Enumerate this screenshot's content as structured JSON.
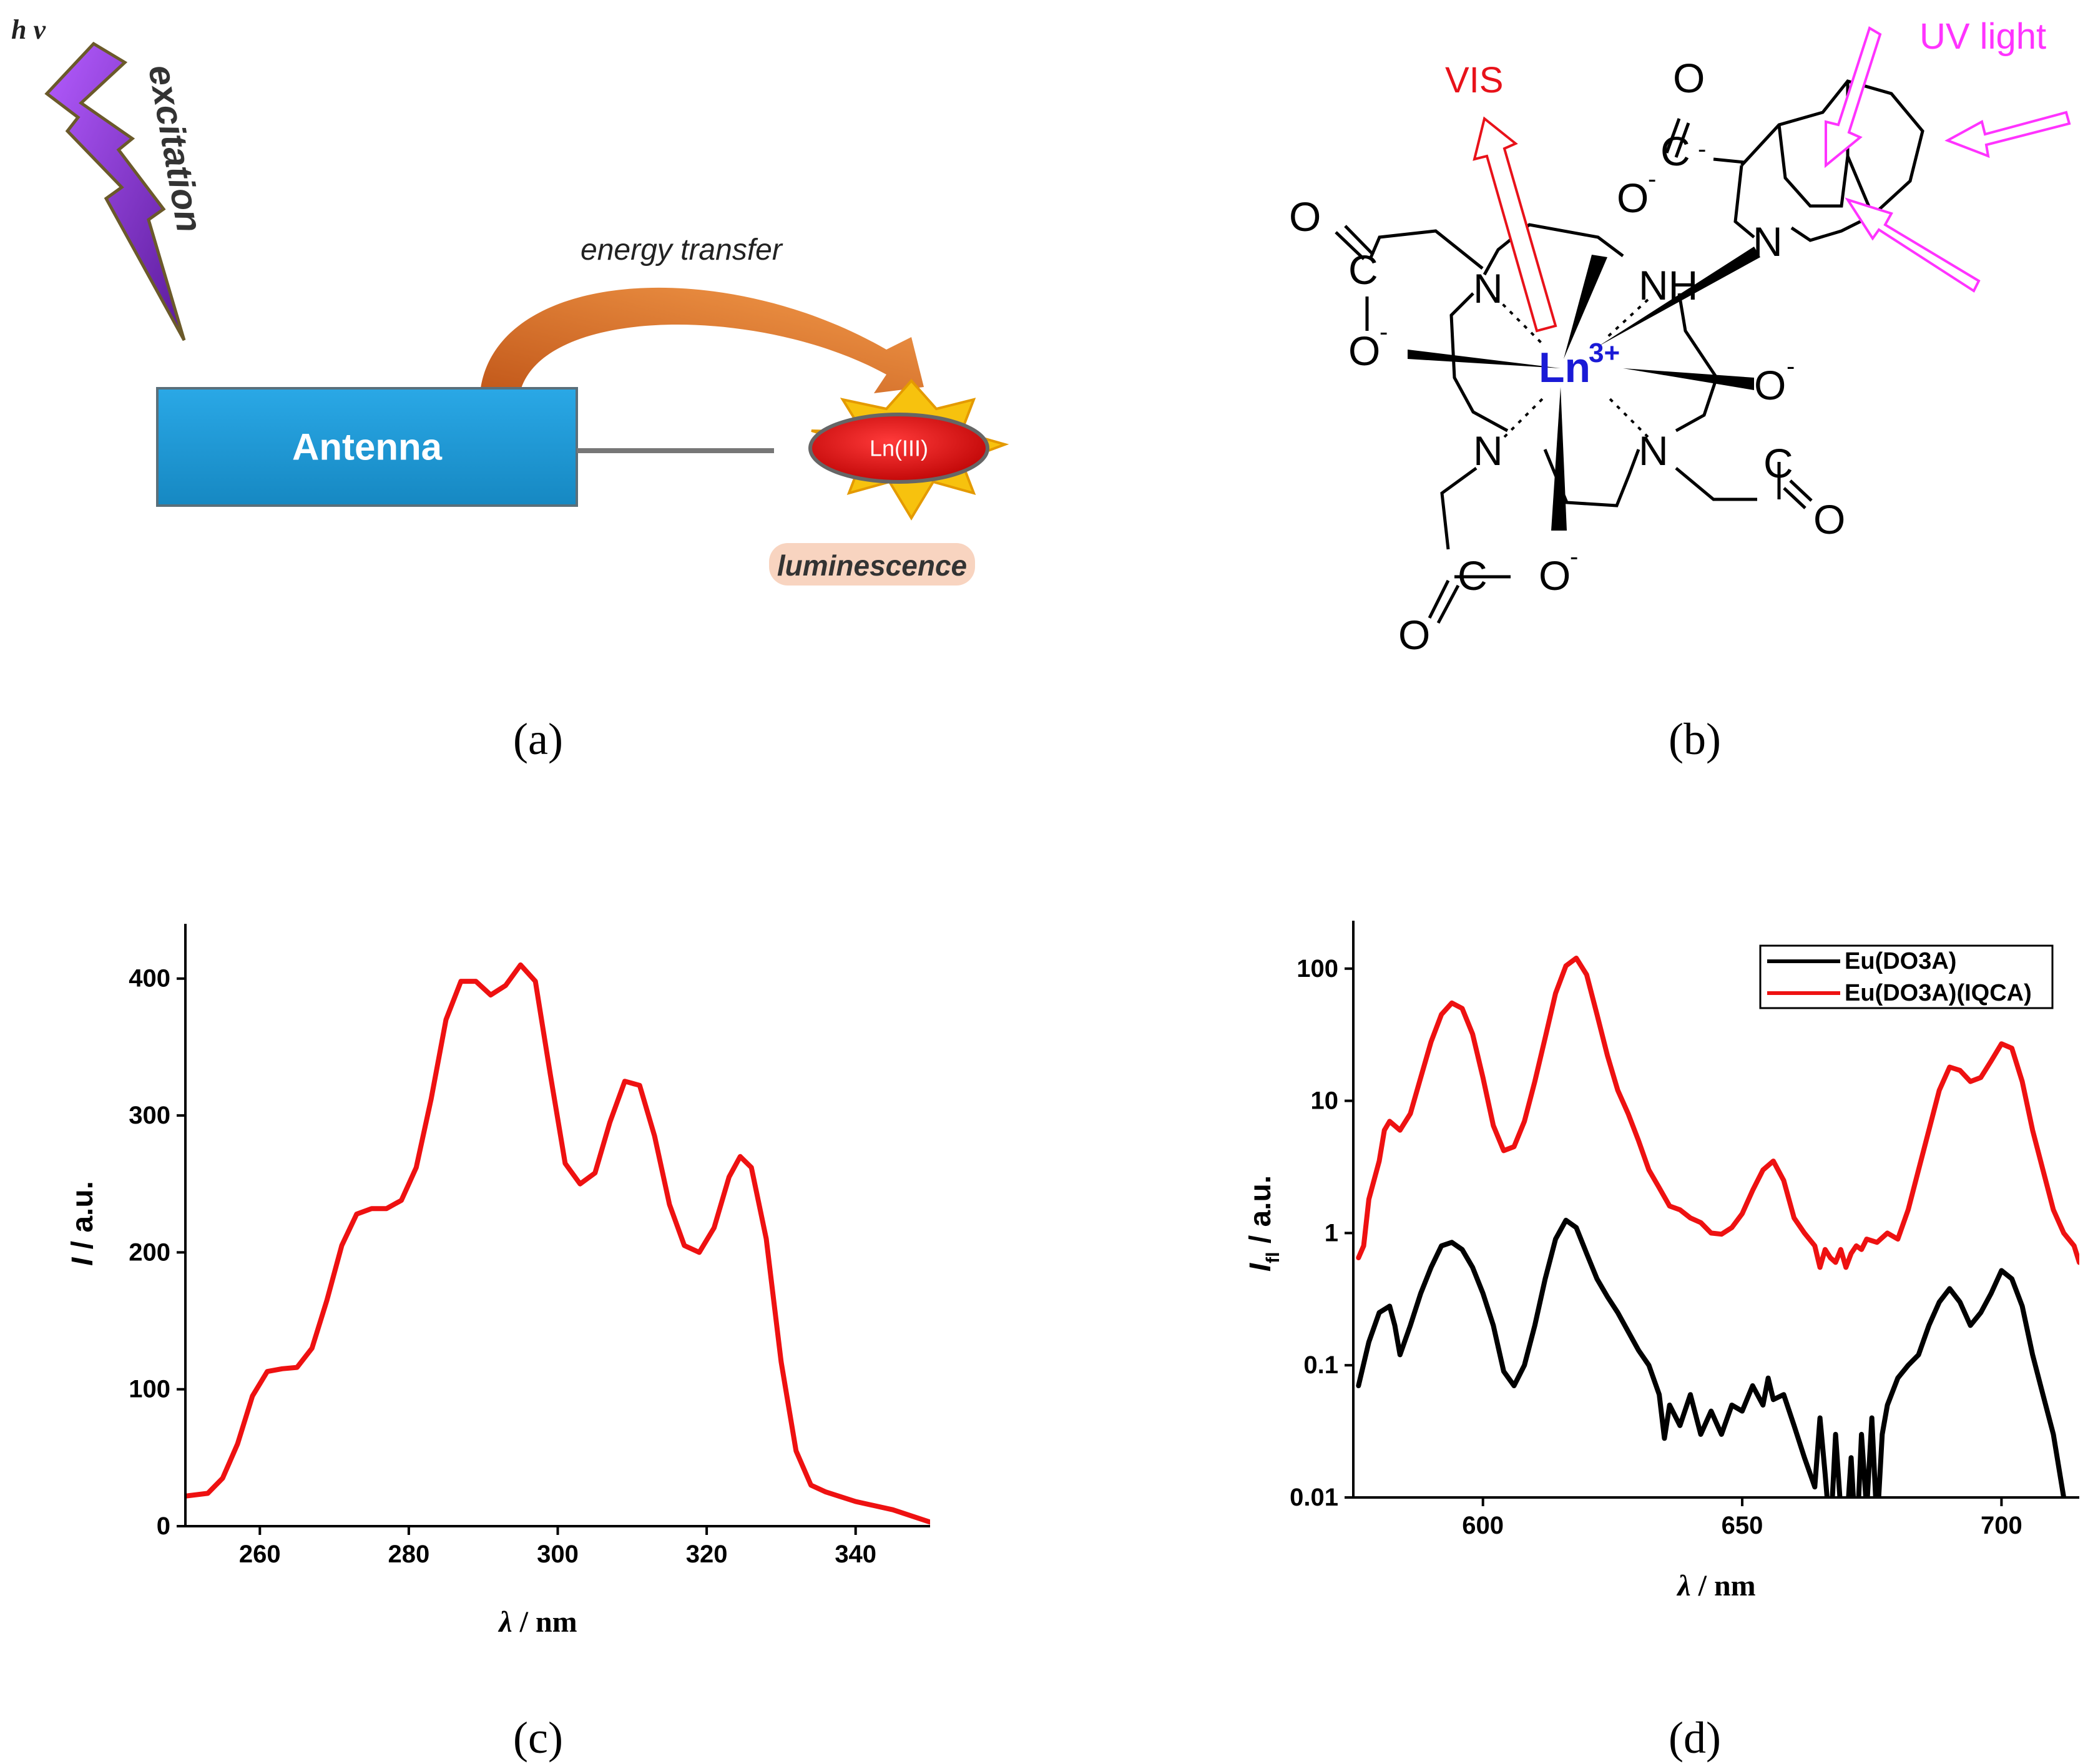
{
  "panel_labels": [
    "(a)",
    "(b)",
    "(c)",
    "(d)"
  ],
  "panel_a": {
    "hv": "h ν",
    "excitation": "excitation",
    "energy_transfer": "energy transfer",
    "antenna": "Antenna",
    "ion": "Ln(III)",
    "luminescence": "luminescence",
    "colors": {
      "bolt": "#8a2be2",
      "antenna": "#1e9ad6",
      "arrow": "#e8782a",
      "star": "#f7c20e",
      "ion": "#dd1111",
      "glow": "#f6c9b0"
    }
  },
  "panel_b": {
    "vis": "VIS",
    "uv": "UV light",
    "metal": "Ln",
    "charge": "3+",
    "atoms": {
      "N": "N",
      "NH": "NH",
      "O": "O",
      "C": "C",
      "minus": "-"
    },
    "colors": {
      "vis": "#e8121a",
      "uv": "#ff33ff",
      "metal": "#1a1ad6"
    }
  },
  "chart_data": [
    {
      "type": "line",
      "panel": "c",
      "ylabel_main": "I",
      "ylabel_rest": " / a.u.",
      "xlabel_main": "λ",
      "xlabel_rest": " / nm",
      "xlim": [
        250,
        350
      ],
      "ylim": [
        0,
        440
      ],
      "xticks": [
        260,
        280,
        300,
        320,
        340
      ],
      "yticks": [
        0,
        100,
        200,
        300,
        400
      ],
      "series": [
        {
          "color": "#ee1111",
          "x": [
            250,
            253,
            255,
            257,
            259,
            261,
            263,
            265,
            267,
            269,
            271,
            273,
            275,
            277,
            279,
            281,
            283,
            285,
            287,
            289,
            291,
            293,
            295,
            297,
            299,
            301,
            303,
            305,
            307,
            309,
            311,
            313,
            315,
            317,
            319,
            321,
            323,
            324.5,
            326,
            328,
            330,
            332,
            334,
            336,
            340,
            345,
            350
          ],
          "y": [
            22,
            24,
            35,
            60,
            95,
            113,
            115,
            116,
            130,
            165,
            205,
            228,
            232,
            232,
            238,
            262,
            312,
            370,
            398,
            398,
            388,
            395,
            410,
            398,
            330,
            265,
            250,
            258,
            295,
            325,
            322,
            285,
            235,
            205,
            200,
            218,
            255,
            270,
            262,
            210,
            120,
            55,
            30,
            25,
            18,
            12,
            3
          ]
        }
      ]
    },
    {
      "type": "line",
      "panel": "d",
      "yscale": "log",
      "ylabel_main": "I",
      "ylabel_sub": "fl",
      "ylabel_rest": " / a.u.",
      "xlabel_main": "λ",
      "xlabel_rest": " / nm",
      "xlim": [
        575,
        715
      ],
      "ylim": [
        0.01,
        200
      ],
      "xticks": [
        600,
        650,
        700
      ],
      "yticks": [
        0.01,
        0.1,
        1,
        10,
        100
      ],
      "ytick_labels": [
        "0.01",
        "0.1",
        "1",
        "10",
        "100"
      ],
      "legend": "top-right",
      "series": [
        {
          "name": "Eu(DO3A)",
          "color": "#000000",
          "x": [
            576,
            578,
            580,
            582,
            583,
            584,
            586,
            588,
            590,
            592,
            594,
            596,
            598,
            600,
            602,
            604,
            606,
            608,
            610,
            612,
            614,
            616,
            618,
            620,
            622,
            624,
            626,
            628,
            630,
            632,
            634,
            635,
            636,
            638,
            640,
            642,
            644,
            646,
            648,
            650,
            652,
            654,
            655,
            656,
            658,
            660,
            662,
            664,
            665,
            666,
            667,
            668,
            669,
            670,
            671,
            672,
            673,
            674,
            675,
            676,
            677,
            678,
            680,
            682,
            684,
            686,
            688,
            690,
            692,
            694,
            696,
            698,
            700,
            702,
            704,
            706,
            708,
            710,
            712,
            713
          ],
          "y": [
            0.07,
            0.15,
            0.25,
            0.28,
            0.2,
            0.12,
            0.2,
            0.35,
            0.55,
            0.8,
            0.85,
            0.75,
            0.55,
            0.35,
            0.2,
            0.09,
            0.07,
            0.1,
            0.2,
            0.45,
            0.9,
            1.25,
            1.1,
            0.7,
            0.45,
            0.33,
            0.25,
            0.18,
            0.13,
            0.1,
            0.06,
            0.028,
            0.05,
            0.035,
            0.06,
            0.03,
            0.045,
            0.03,
            0.05,
            0.045,
            0.07,
            0.05,
            0.08,
            0.055,
            0.06,
            0.035,
            0.02,
            0.012,
            0.04,
            0.015,
            0.005,
            0.03,
            0.008,
            0.005,
            0.02,
            0.004,
            0.03,
            0.008,
            0.04,
            0.006,
            0.03,
            0.05,
            0.08,
            0.1,
            0.12,
            0.2,
            0.3,
            0.38,
            0.3,
            0.2,
            0.25,
            0.35,
            0.52,
            0.45,
            0.28,
            0.12,
            0.06,
            0.03,
            0.01,
            0.005
          ]
        },
        {
          "name": "Eu(DO3A)(IQCA)",
          "color": "#ee1111",
          "x": [
            576,
            577,
            578,
            580,
            581,
            582,
            584,
            586,
            588,
            590,
            592,
            594,
            596,
            598,
            600,
            602,
            604,
            606,
            608,
            610,
            612,
            614,
            616,
            618,
            620,
            622,
            624,
            626,
            628,
            630,
            632,
            634,
            636,
            638,
            640,
            642,
            644,
            646,
            648,
            650,
            652,
            654,
            656,
            658,
            660,
            662,
            664,
            665,
            666,
            667,
            668,
            669,
            670,
            671,
            672,
            673,
            674,
            676,
            678,
            680,
            682,
            684,
            686,
            688,
            690,
            692,
            694,
            696,
            698,
            700,
            702,
            704,
            706,
            708,
            710,
            712,
            714,
            715
          ],
          "y": [
            0.65,
            0.8,
            1.8,
            3.5,
            6,
            7,
            6,
            8,
            15,
            28,
            45,
            55,
            50,
            32,
            15,
            6.5,
            4.2,
            4.5,
            7,
            14,
            30,
            65,
            105,
            120,
            90,
            45,
            22,
            12,
            8,
            5,
            3,
            2.2,
            1.6,
            1.5,
            1.3,
            1.2,
            1,
            0.98,
            1.1,
            1.4,
            2.1,
            3,
            3.5,
            2.5,
            1.3,
            1,
            0.8,
            0.55,
            0.75,
            0.65,
            0.6,
            0.75,
            0.55,
            0.7,
            0.8,
            0.75,
            0.9,
            0.85,
            1,
            0.9,
            1.5,
            3,
            6,
            12,
            18,
            17,
            14,
            15,
            20,
            27,
            25,
            14,
            6,
            3,
            1.5,
            1,
            0.8,
            0.6
          ]
        }
      ]
    }
  ]
}
